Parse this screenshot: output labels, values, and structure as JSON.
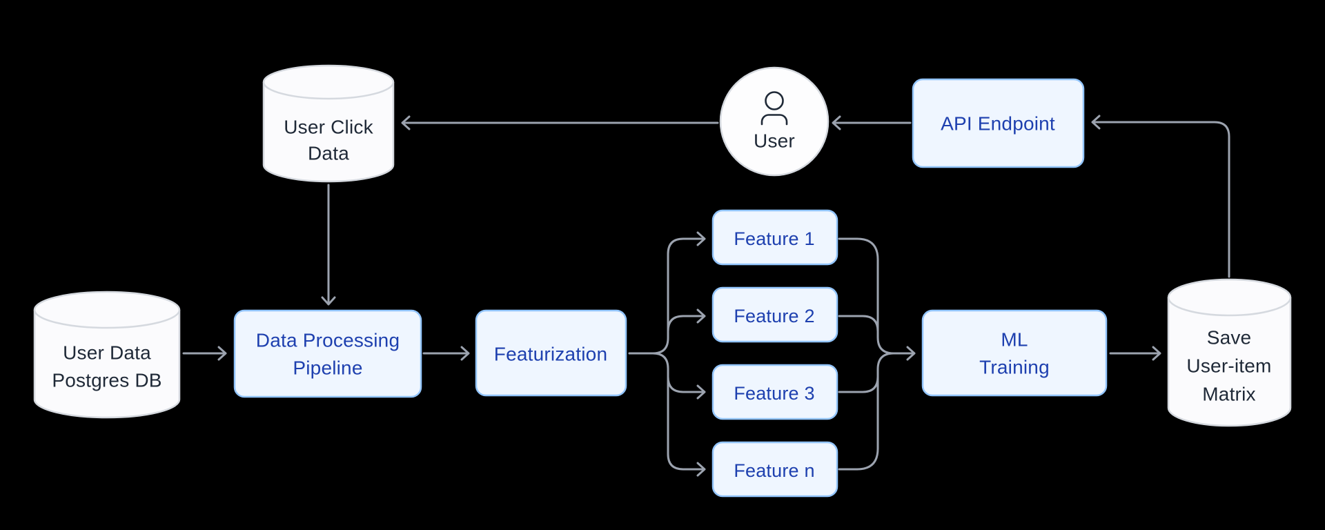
{
  "diagram": {
    "background": "#000000",
    "colors": {
      "process_fill": "#eff6ff",
      "process_border": "#93c5fd",
      "process_text": "#1e40af",
      "database_fill": "#fbfbfd",
      "database_border": "#d5d9df",
      "database_text": "#1f2937",
      "arrow": "#9ca3af"
    },
    "nodes": {
      "user_click_db": {
        "type": "database",
        "lines": [
          "User Click",
          "Data"
        ]
      },
      "user": {
        "type": "actor",
        "icon": "person-icon",
        "label": "User"
      },
      "api_endpoint": {
        "type": "process",
        "label": "API Endpoint"
      },
      "user_data_db": {
        "type": "database",
        "lines": [
          "User Data",
          "Postgres DB"
        ]
      },
      "data_processing_pipeline": {
        "type": "process",
        "lines": [
          "Data Processing",
          "Pipeline"
        ]
      },
      "featurization": {
        "type": "process",
        "label": "Featurization"
      },
      "features": [
        {
          "label": "Feature 1"
        },
        {
          "label": "Feature 2"
        },
        {
          "label": "Feature 3"
        },
        {
          "label": "Feature n"
        }
      ],
      "ml_training": {
        "type": "process",
        "lines": [
          "ML",
          "Training"
        ]
      },
      "save_user_item_matrix": {
        "type": "database",
        "lines": [
          "Save",
          "User-item",
          "Matrix"
        ]
      }
    },
    "edges": [
      {
        "from": "User Data Postgres DB",
        "to": "Data Processing Pipeline"
      },
      {
        "from": "User Click Data",
        "to": "Data Processing Pipeline"
      },
      {
        "from": "Data Processing Pipeline",
        "to": "Featurization"
      },
      {
        "from": "Featurization",
        "to": "Feature 1"
      },
      {
        "from": "Featurization",
        "to": "Feature 2"
      },
      {
        "from": "Featurization",
        "to": "Feature 3"
      },
      {
        "from": "Featurization",
        "to": "Feature n"
      },
      {
        "from": "Feature 1",
        "to": "ML Training"
      },
      {
        "from": "Feature 2",
        "to": "ML Training"
      },
      {
        "from": "Feature 3",
        "to": "ML Training"
      },
      {
        "from": "Feature n",
        "to": "ML Training"
      },
      {
        "from": "ML Training",
        "to": "Save User-item Matrix"
      },
      {
        "from": "Save User-item Matrix",
        "to": "API Endpoint"
      },
      {
        "from": "API Endpoint",
        "to": "User"
      },
      {
        "from": "User",
        "to": "User Click Data"
      }
    ]
  }
}
